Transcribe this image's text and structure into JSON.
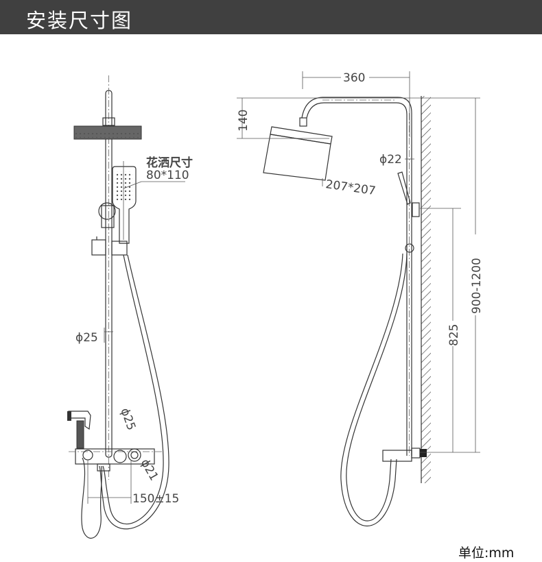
{
  "header": {
    "title": "安装尺寸图"
  },
  "front_view": {
    "handshower_label": "花洒尺寸",
    "handshower_size": "80*110",
    "pole_diameter": "ϕ25",
    "outlet_diameter_1": "ϕ25",
    "outlet_diameter_2": "ϕ21",
    "outlet_spacing": "150±15"
  },
  "side_view": {
    "arm_reach": "360",
    "head_drop": "140",
    "head_size": "207*207",
    "pipe_diameter": "ϕ22",
    "mount_height": "900-1200",
    "bracket_height": "825"
  },
  "footer": {
    "unit": "单位:mm"
  },
  "colors": {
    "header_bg": "#404040",
    "line": "#333333"
  }
}
